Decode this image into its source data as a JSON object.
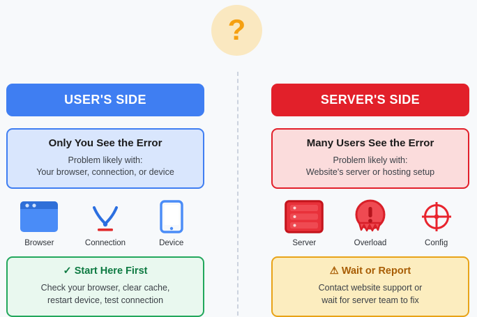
{
  "badge": {
    "icon": "question-mark-icon",
    "symbol": "?",
    "circle_color": "#fae8c0",
    "symbol_color": "#f5a011"
  },
  "divider": {
    "style": "dashed-vertical",
    "color": "#ccd3de"
  },
  "user_side": {
    "header": {
      "label": "USER'S SIDE",
      "background": "#3f7ef2",
      "text_color": "#ffffff"
    },
    "diagnosis": {
      "title": "Only You See the Error",
      "subtitle": "Problem likely with:",
      "detail": "Your browser, connection, or device",
      "background": "#d9e6fd",
      "border_color": "#3f7ef2"
    },
    "icons": [
      {
        "name": "browser-icon",
        "label": "Browser",
        "color": "#4a8cf7"
      },
      {
        "name": "connection-icon",
        "label": "Connection",
        "color": "#2b6fe0"
      },
      {
        "name": "device-icon",
        "label": "Device",
        "color": "#4a8cf7"
      }
    ],
    "advice": {
      "marker": "✓",
      "title": "Start Here First",
      "line1": "Check your browser, clear cache,",
      "line2": "restart device, test connection",
      "background": "#e9f8ef",
      "border_color": "#22a75c",
      "title_color": "#0e7a42"
    }
  },
  "server_side": {
    "header": {
      "label": "SERVER'S SIDE",
      "background": "#e2202a",
      "text_color": "#ffffff"
    },
    "diagnosis": {
      "title": "Many Users See the Error",
      "subtitle": "Problem likely with:",
      "detail": "Website's server or hosting setup",
      "background": "#fbdcdc",
      "border_color": "#e2202a"
    },
    "icons": [
      {
        "name": "server-rack-icon",
        "label": "Server",
        "color": "#e8313a"
      },
      {
        "name": "overload-icon",
        "label": "Overload",
        "color": "#e8313a"
      },
      {
        "name": "config-target-icon",
        "label": "Config",
        "color": "#e8313a"
      }
    ],
    "advice": {
      "marker": "⚠",
      "title": "Wait or Report",
      "line1": "Contact website support or",
      "line2": "wait for server team to fix",
      "background": "#fcedbf",
      "border_color": "#e8a317",
      "title_color": "#a85d05"
    }
  }
}
